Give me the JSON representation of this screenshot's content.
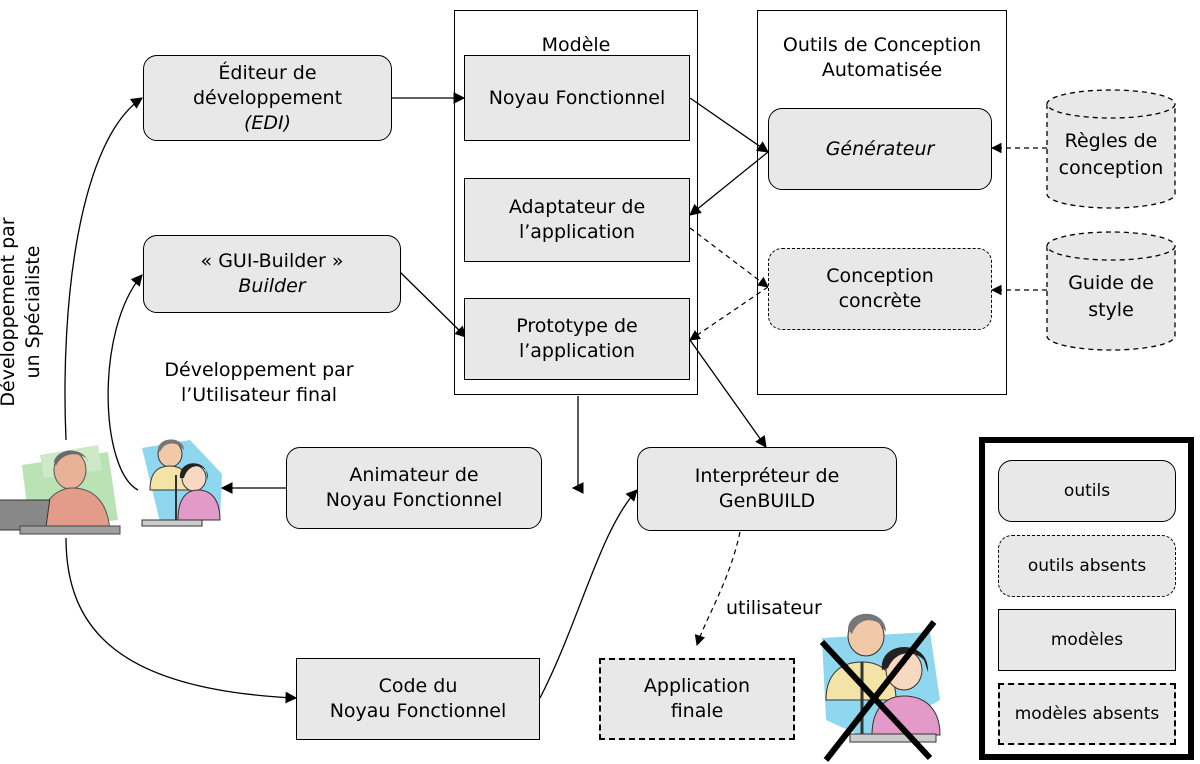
{
  "model_box": {
    "title": "Modèle"
  },
  "outils_box": {
    "title_line1": "Outils de Conception",
    "title_line2": "Automatisée"
  },
  "editeur": {
    "line1": "Éditeur de",
    "line2": "développement",
    "line3": "(EDI)"
  },
  "gui_builder": {
    "line1": "« GUI-Builder »",
    "line2": "Builder"
  },
  "noyau": {
    "line1": "Noyau Fonctionnel"
  },
  "adaptateur": {
    "line1": "Adaptateur de",
    "line2": "l’application"
  },
  "prototype": {
    "line1": "Prototype de",
    "line2": "l’application"
  },
  "generateur": {
    "line1": "Générateur"
  },
  "conception": {
    "line1": "Conception",
    "line2": "concrète"
  },
  "regles": {
    "line1": "Règles de",
    "line2": "conception"
  },
  "guide": {
    "line1": "Guide de",
    "line2": "style"
  },
  "animateur": {
    "line1": "Animateur de",
    "line2": "Noyau Fonctionnel"
  },
  "interpreteur": {
    "line1": "Interpréteur de",
    "line2": "GenBUILD"
  },
  "code": {
    "line1": "Code du",
    "line2": "Noyau Fonctionnel"
  },
  "application": {
    "line1": "Application",
    "line2": "finale"
  },
  "labels": {
    "dev_specialiste_line1": "Développement par",
    "dev_specialiste_line2": "un Spécialiste",
    "dev_utilisateur_line1": "Développement par",
    "dev_utilisateur_line2": "l’Utilisateur final",
    "utilisateur": "utilisateur"
  },
  "legend": {
    "outils": "outils",
    "outils_absents": "outils absents",
    "modeles": "modèles",
    "modeles_absents": "modèles absents"
  }
}
